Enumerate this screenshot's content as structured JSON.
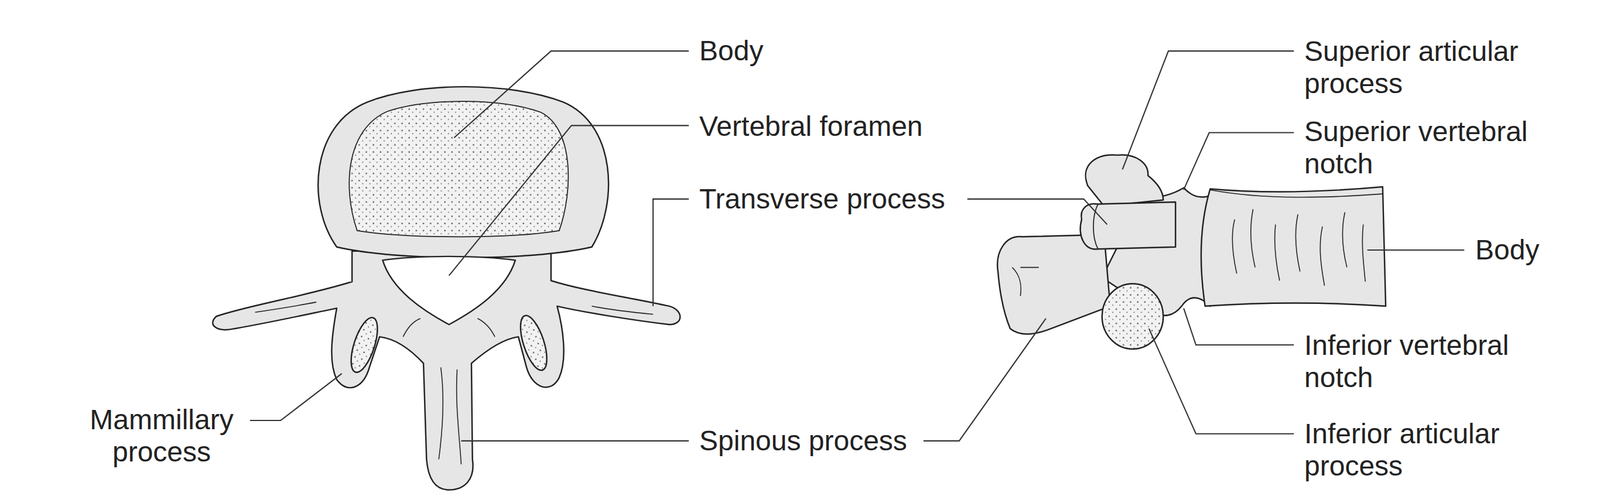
{
  "diagram": {
    "labels": [
      "Body",
      "Vertebral foramen",
      "Transverse process",
      "Mammillary process",
      "Spinous process",
      "Superior articular process",
      "Superior vertebral notch",
      "Body",
      "Inferior vertebral notch",
      "Inferior articular process"
    ]
  }
}
